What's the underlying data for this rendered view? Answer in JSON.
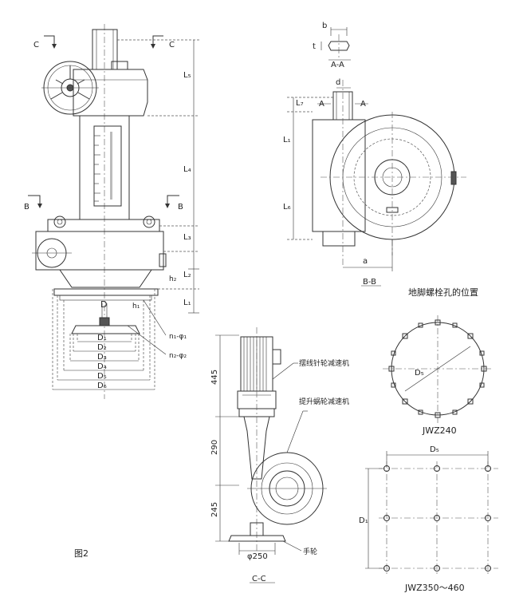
{
  "figure_label": "图2",
  "main_view": {
    "section_c_label": "C",
    "section_b_label": "B",
    "dims_right": [
      "L₅",
      "L₄",
      "L₃",
      "L₂",
      "L₁"
    ],
    "h_labels": [
      "h₂",
      "h₁"
    ],
    "dia_labels": [
      "D",
      "D₁",
      "D₂",
      "D₃",
      "D₄",
      "D₅",
      "D₆"
    ],
    "hole_labels": [
      "n₁-φ₁",
      "n₂-φ₂"
    ]
  },
  "section_aa": {
    "dim_b": "b",
    "dim_t": "t",
    "label": "A-A"
  },
  "section_bb": {
    "dim_d": "d",
    "cut_label": "A",
    "dims_left": [
      "L₇",
      "L₁",
      "L₆"
    ],
    "dim_a": "a",
    "label": "B-B"
  },
  "bolt_title": "地脚螺栓孔的位置",
  "jwz240": {
    "dim": "D₅",
    "label": "JWZ240"
  },
  "jwz350": {
    "dim_top": "D₅",
    "dim_left": "D₁",
    "label": "JWZ350～460"
  },
  "section_cc": {
    "dims": [
      "445",
      "290",
      "245"
    ],
    "diameter": "φ250",
    "callouts": [
      "摆线针轮减速机",
      "提升蜗轮减速机",
      "手轮"
    ],
    "label": "C-C"
  }
}
